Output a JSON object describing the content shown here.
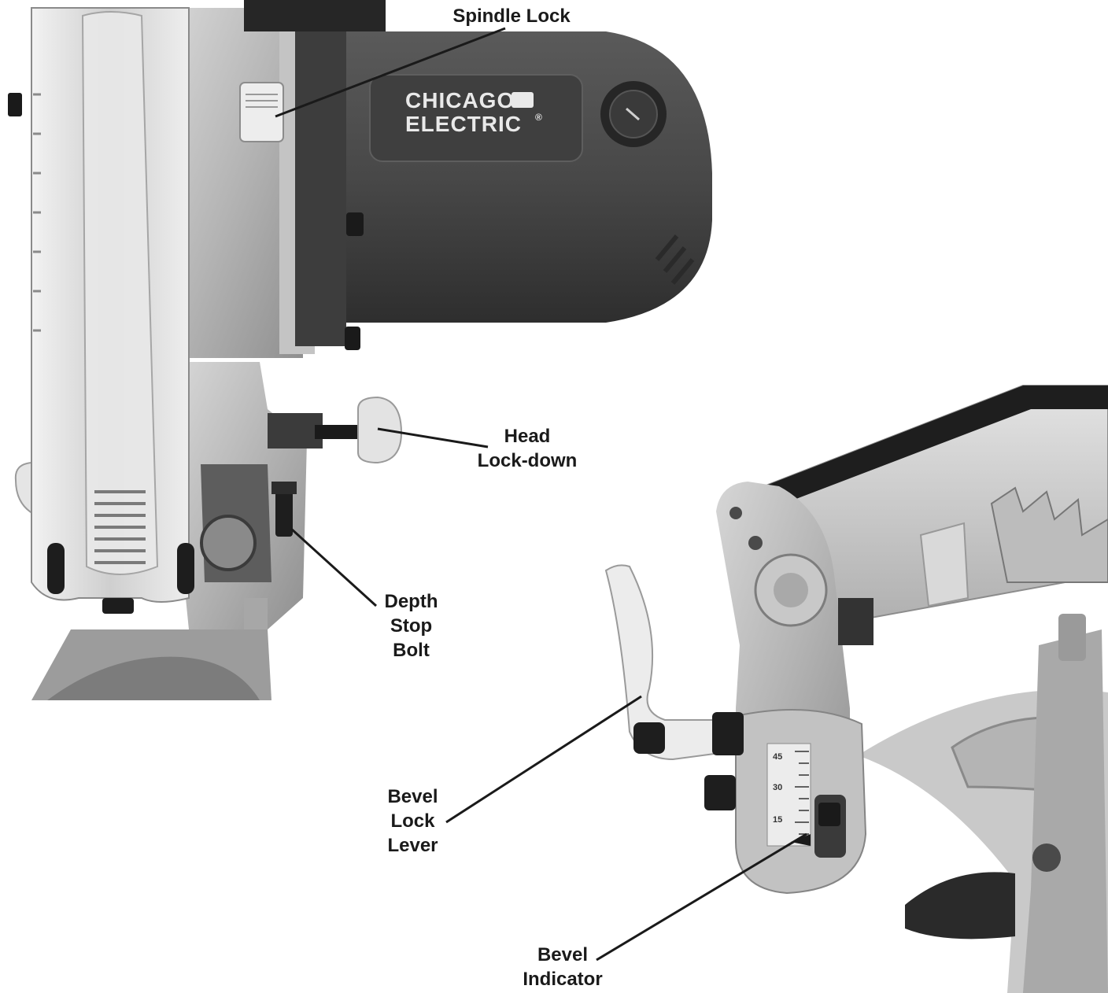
{
  "brand": {
    "line1": "CHICAGO",
    "line2": "ELECTRIC",
    "mark": "®"
  },
  "bevel_scale": {
    "ticks": [
      "15",
      "30",
      "45"
    ]
  },
  "callouts": {
    "spindle_lock": [
      "Spindle Lock"
    ],
    "head_lock_down": [
      "Head",
      "Lock-down"
    ],
    "depth_stop_bolt": [
      "Depth",
      "Stop",
      "Bolt"
    ],
    "bevel_lock_lever": [
      "Bevel",
      "Lock",
      "Lever"
    ],
    "bevel_indicator": [
      "Bevel",
      "Indicator"
    ]
  },
  "colors": {
    "motor_housing": "#4a4a4a",
    "aluminum_casting": "#bdbdbd",
    "blade_guard": "#d9d9d9",
    "lever_plastic": "#e8e8e8",
    "leader_line": "#1a1a1a"
  }
}
